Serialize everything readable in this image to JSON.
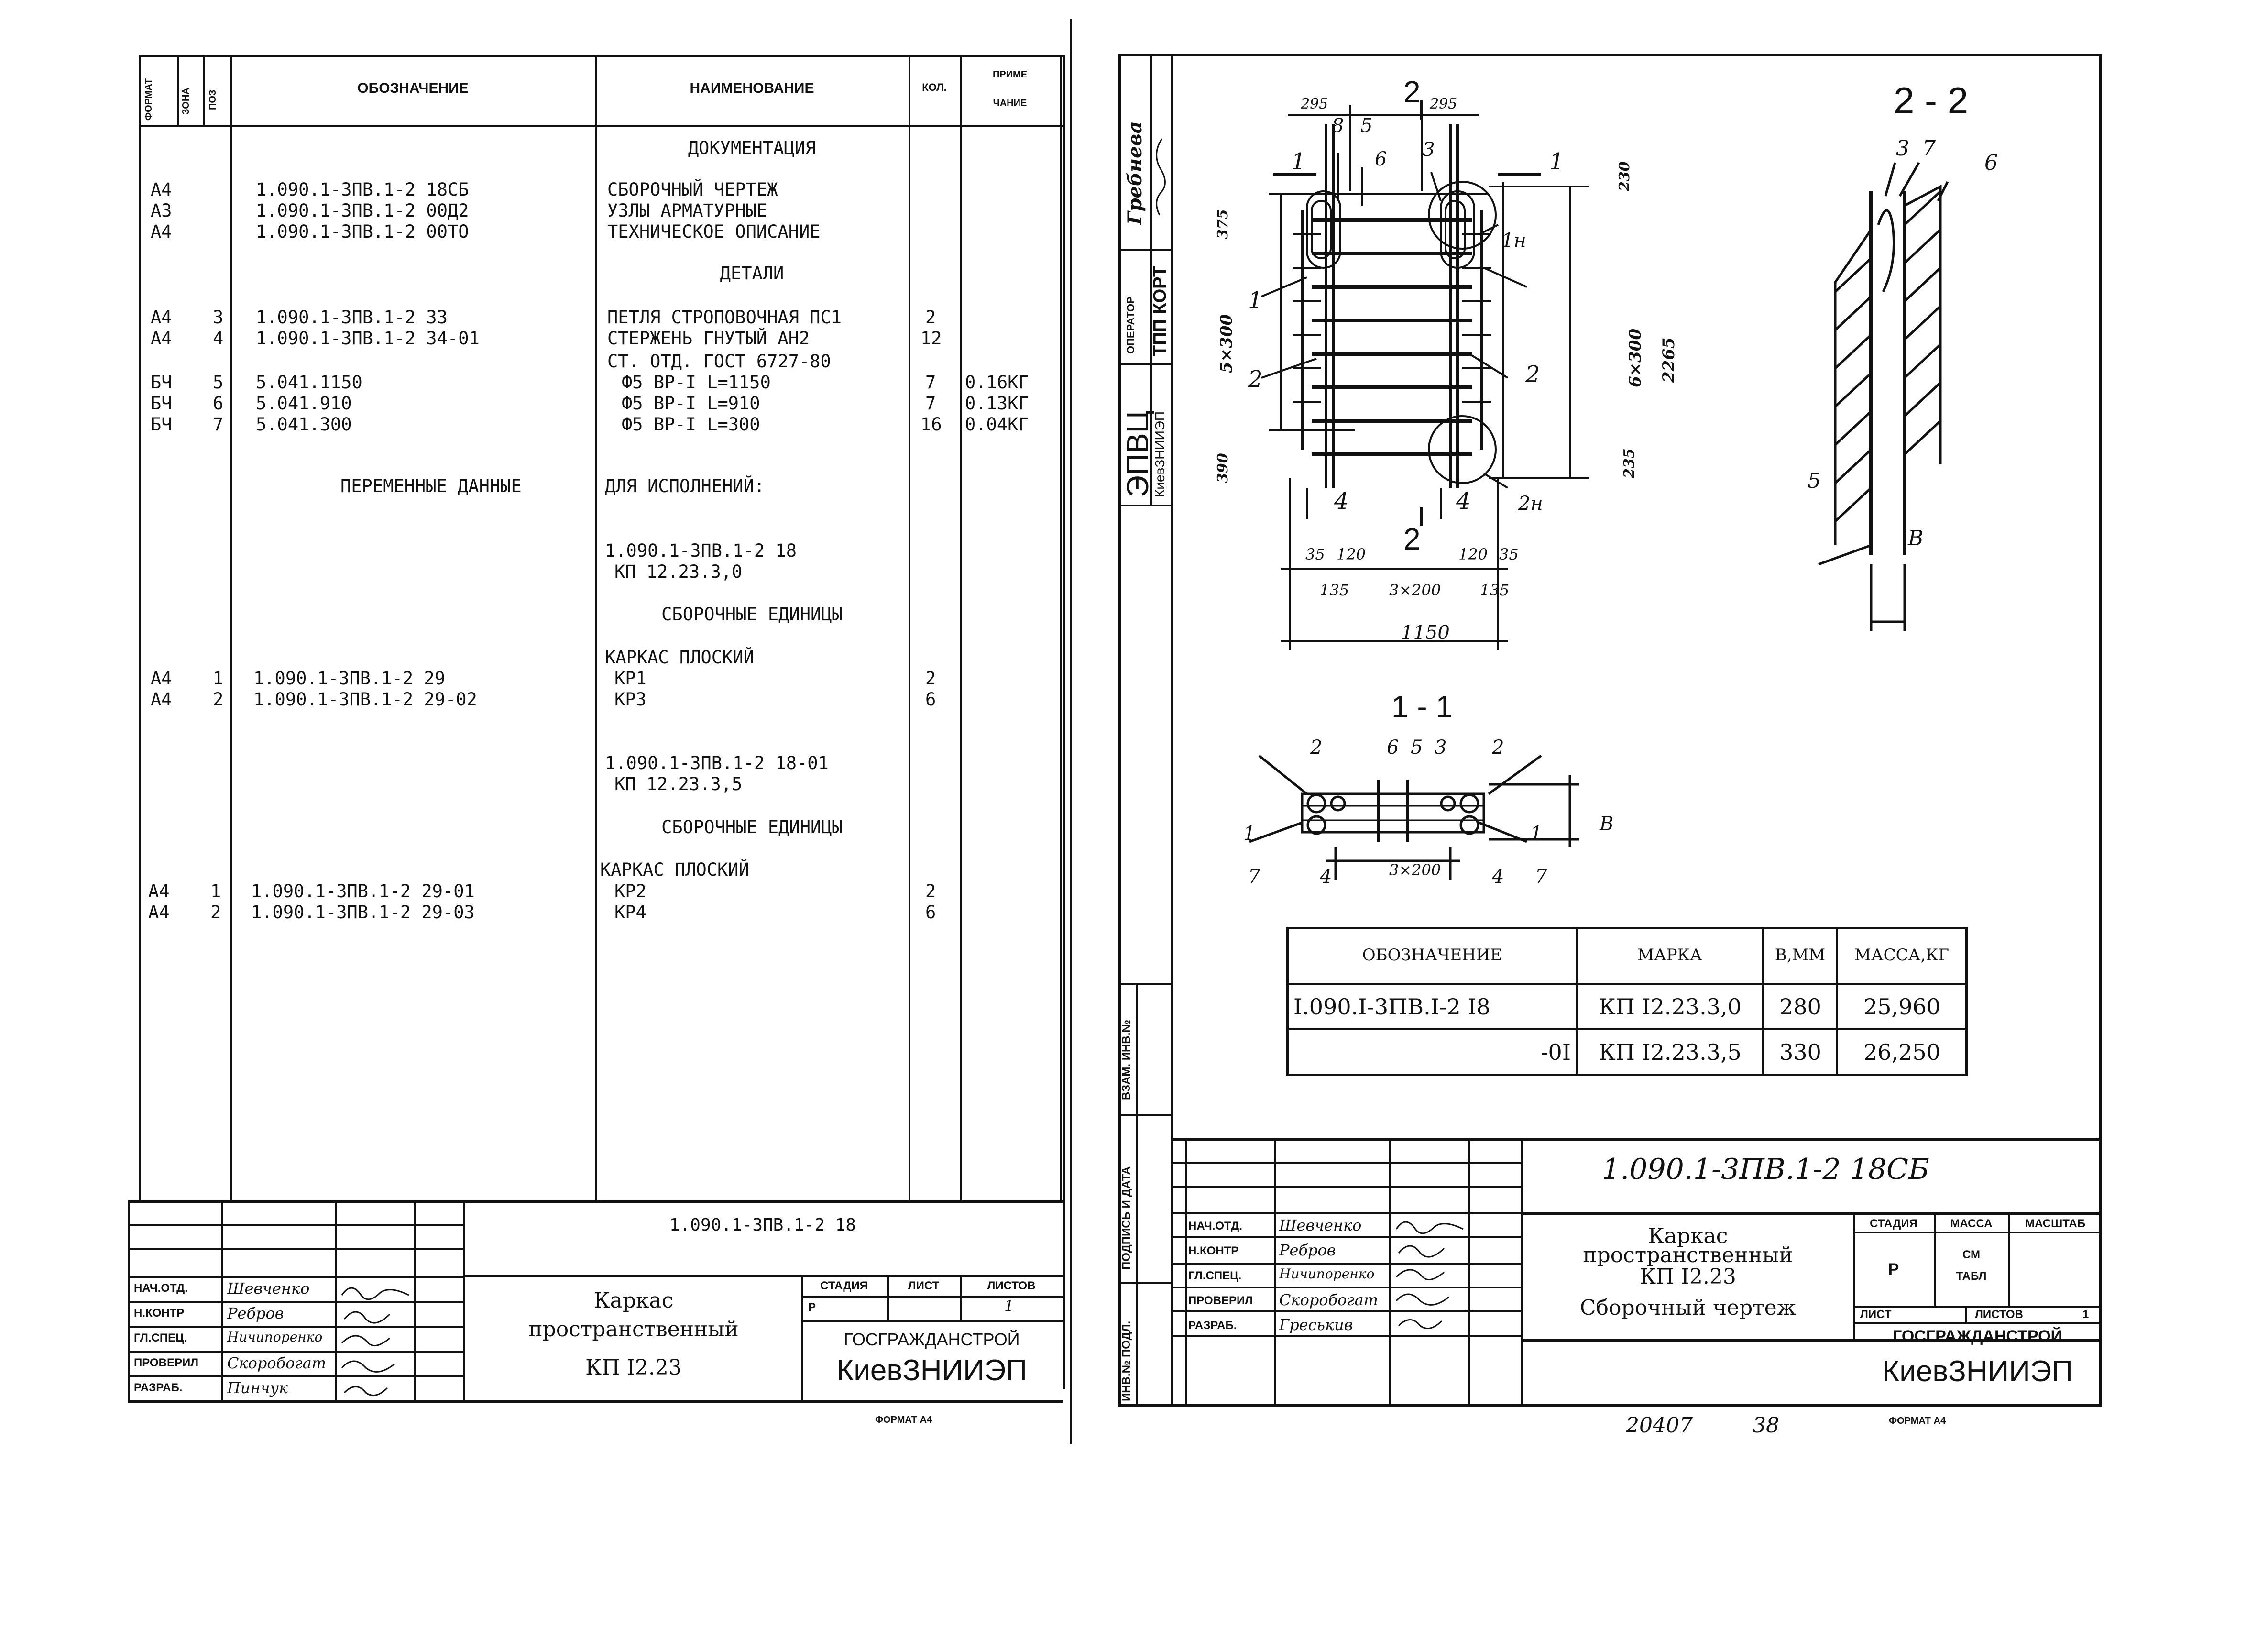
{
  "left_sheet": {
    "headers": {
      "format": "ФОРМАТ",
      "zone": "ЗОНА",
      "pos": "ПОЗ",
      "designation": "ОБОЗНАЧЕНИЕ",
      "name": "НАИМЕНОВАНИЕ",
      "qty": "КОЛ.",
      "note_1": "ПРИМЕ",
      "note_2": "ЧАНИЕ"
    },
    "spec_rows": [
      {
        "fmt": "",
        "pos": "",
        "des": "",
        "name": "ДОКУМЕНТАЦИЯ",
        "qty": "",
        "note": ""
      },
      {
        "fmt": "A4",
        "pos": "",
        "des": "1.090.1-3ПВ.1-2 18СБ",
        "name": "СБОРОЧНЫЙ ЧЕРТЕЖ",
        "qty": "",
        "note": ""
      },
      {
        "fmt": "A3",
        "pos": "",
        "des": "1.090.1-3ПВ.1-2 00Д2",
        "name": "УЗЛЫ АРМАТУРНЫЕ",
        "qty": "",
        "note": ""
      },
      {
        "fmt": "A4",
        "pos": "",
        "des": "1.090.1-3ПВ.1-2 00ТО",
        "name": "ТЕХНИЧЕСКОЕ ОПИСАНИЕ",
        "qty": "",
        "note": ""
      },
      {
        "fmt": "",
        "pos": "",
        "des": "",
        "name": "ДЕТАЛИ",
        "qty": "",
        "note": ""
      },
      {
        "fmt": "A4",
        "pos": "3",
        "des": "1.090.1-3ПВ.1-2 33",
        "name": "ПЕТЛЯ СТРОПОВОЧНАЯ ПС1",
        "qty": "2",
        "note": ""
      },
      {
        "fmt": "A4",
        "pos": "4",
        "des": "1.090.1-3ПВ.1-2 34-01",
        "name": "СТЕРЖЕНЬ ГНУТЫЙ АН2",
        "qty": "12",
        "note": ""
      },
      {
        "fmt": "",
        "pos": "",
        "des": "",
        "name": "СТ. ОТД. ГОСТ 6727-80",
        "qty": "",
        "note": ""
      },
      {
        "fmt": "БЧ",
        "pos": "5",
        "des": "5.041.1150",
        "name": "Ф5 ВР-I L=1150",
        "qty": "7",
        "note": "0.16КГ"
      },
      {
        "fmt": "БЧ",
        "pos": "6",
        "des": "5.041.910",
        "name": "Ф5 ВР-I L=910",
        "qty": "7",
        "note": "0.13КГ"
      },
      {
        "fmt": "БЧ",
        "pos": "7",
        "des": "5.041.300",
        "name": "Ф5 ВР-I L=300",
        "qty": "16",
        "note": "0.04КГ"
      },
      {
        "fmt": "",
        "pos": "",
        "des": "ПЕРЕМЕННЫЕ ДАННЫЕ",
        "name": "ДЛЯ ИСПОЛНЕНИЙ:",
        "qty": "",
        "note": ""
      },
      {
        "fmt": "",
        "pos": "",
        "des": "",
        "name": "1.090.1-3ПВ.1-2 18",
        "qty": "",
        "note": ""
      },
      {
        "fmt": "",
        "pos": "",
        "des": "",
        "name": "КП 12.23.3,0",
        "qty": "",
        "note": ""
      },
      {
        "fmt": "",
        "pos": "",
        "des": "",
        "name": "СБОРОЧНЫЕ ЕДИНИЦЫ",
        "qty": "",
        "note": ""
      },
      {
        "fmt": "",
        "pos": "",
        "des": "",
        "name": "КАРКАС ПЛОСКИЙ",
        "qty": "",
        "note": ""
      },
      {
        "fmt": "A4",
        "pos": "1",
        "des": "1.090.1-3ПВ.1-2 29",
        "name": "КР1",
        "qty": "2",
        "note": ""
      },
      {
        "fmt": "A4",
        "pos": "2",
        "des": "1.090.1-3ПВ.1-2 29-02",
        "name": "КР3",
        "qty": "6",
        "note": ""
      },
      {
        "fmt": "",
        "pos": "",
        "des": "",
        "name": "1.090.1-3ПВ.1-2 18-01",
        "qty": "",
        "note": ""
      },
      {
        "fmt": "",
        "pos": "",
        "des": "",
        "name": "КП 12.23.3,5",
        "qty": "",
        "note": ""
      },
      {
        "fmt": "",
        "pos": "",
        "des": "",
        "name": "СБОРОЧНЫЕ ЕДИНИЦЫ",
        "qty": "",
        "note": ""
      },
      {
        "fmt": "",
        "pos": "",
        "des": "",
        "name": "КАРКАС ПЛОСКИЙ",
        "qty": "",
        "note": ""
      },
      {
        "fmt": "A4",
        "pos": "1",
        "des": "1.090.1-3ПВ.1-2 29-01",
        "name": "КР2",
        "qty": "2",
        "note": ""
      },
      {
        "fmt": "A4",
        "pos": "2",
        "des": "1.090.1-3ПВ.1-2 29-03",
        "name": "КР4",
        "qty": "6",
        "note": ""
      }
    ],
    "title_block": {
      "code": "1.090.1-3ПВ.1-2 18",
      "title_1": "Каркас",
      "title_2": "пространственный",
      "title_3": "КП I2.23",
      "stage_label": "СТАДИЯ",
      "sheet_label": "ЛИСТ",
      "sheets_label": "ЛИСТОВ",
      "stage": "Р",
      "sheets": "1",
      "org_1": "ГОСГРАЖДАНСТРОЙ",
      "org_2": "КиевЗНИИЭП",
      "roles": [
        "НАЧ.ОТД.",
        "Н.КОНТР",
        "ГЛ.СПЕЦ.",
        "ПРОВЕРИЛ",
        "РАЗРАБ."
      ],
      "names": [
        "Шевченко",
        "Ребров",
        "Ничипоренко",
        "Скоробогат",
        "Пинчук"
      ]
    },
    "format_note": "ФОРМАТ А4"
  },
  "right_sheet": {
    "side_stamp": {
      "signer": "Гребнева",
      "operator_label": "ОПЕРАТОР",
      "operator": "ТПП КОРТ",
      "dept": "ЭПВЦ",
      "institute": "КиевЗНИИЭП"
    },
    "side_labels": [
      "ВЗАМ. ИНВ.№",
      "ПОДПИСЬ И ДАТА",
      "ИНВ.№ ПОДЛ."
    ],
    "section_22_title": "2 - 2",
    "section_11_title": "1 - 1",
    "view_labels": {
      "cut2": "2",
      "cut1": "1",
      "d295a": "295",
      "d295b": "295",
      "d230": "230",
      "d375": "375",
      "d5x300": "5×300",
      "d6x300": "6×300",
      "d2265": "2265",
      "d390": "390",
      "d235": "235",
      "d35a": "35",
      "d120a": "120",
      "d120b": "120",
      "d35b": "35",
      "d135a": "135",
      "d3x200": "3×200",
      "d135b": "135",
      "d1150": "1150",
      "p8": "8",
      "p5": "5",
      "p6": "6",
      "p3": "3",
      "p1n": "1н",
      "p1": "1",
      "p2": "2",
      "p4": "4",
      "p2n": "2н"
    },
    "section_labels": {
      "p3": "3",
      "p7": "7",
      "p6": "6",
      "p5": "5",
      "b": "В"
    },
    "section11_labels": {
      "p2a": "2",
      "p6": "6",
      "p5": "5",
      "p3": "3",
      "p2b": "2",
      "p1a": "1",
      "p1b": "1",
      "p7a": "7",
      "p4a": "4",
      "d3x200": "3×200",
      "p4b": "4",
      "p7b": "7",
      "b": "В"
    },
    "table": {
      "headers": [
        "ОБОЗНАЧЕНИЕ",
        "МАРКА",
        "В,ММ",
        "МАССА,КГ"
      ],
      "rows": [
        [
          "I.090.I-3ПВ.I-2 I8",
          "КП I2.23.3,0",
          "280",
          "25,960"
        ],
        [
          "-0I",
          "КП I2.23.3,5",
          "330",
          "26,250"
        ]
      ]
    },
    "title_block": {
      "code": "1.090.1-3ПВ.1-2   18СБ",
      "title_1": "Каркас",
      "title_2": "пространственный",
      "title_3": "КП I2.23",
      "title_4": "Сборочный чертеж",
      "stage_label": "СТАДИЯ",
      "mass_label": "МАССА",
      "scale_label": "МАСШТАБ",
      "stage": "Р",
      "mass_1": "СМ",
      "mass_2": "ТАБЛ",
      "sheet_label": "ЛИСТ",
      "sheets_label": "ЛИСТОВ",
      "sheets": "1",
      "org_1": "ГОСГРАЖДАНСТРОЙ",
      "org_2": "КиевЗНИИЭП",
      "roles": [
        "НАЧ.ОТД.",
        "Н.КОНТР",
        "ГЛ.СПЕЦ.",
        "ПРОВЕРИЛ",
        "РАЗРАБ."
      ],
      "names": [
        "Шевченко",
        "Ребров",
        "Ничипоренко",
        "Скоробогат",
        "Греськив"
      ]
    },
    "bottom_note_1": "20407",
    "bottom_note_2": "38",
    "format_note": "ФОРМАТ А4"
  }
}
